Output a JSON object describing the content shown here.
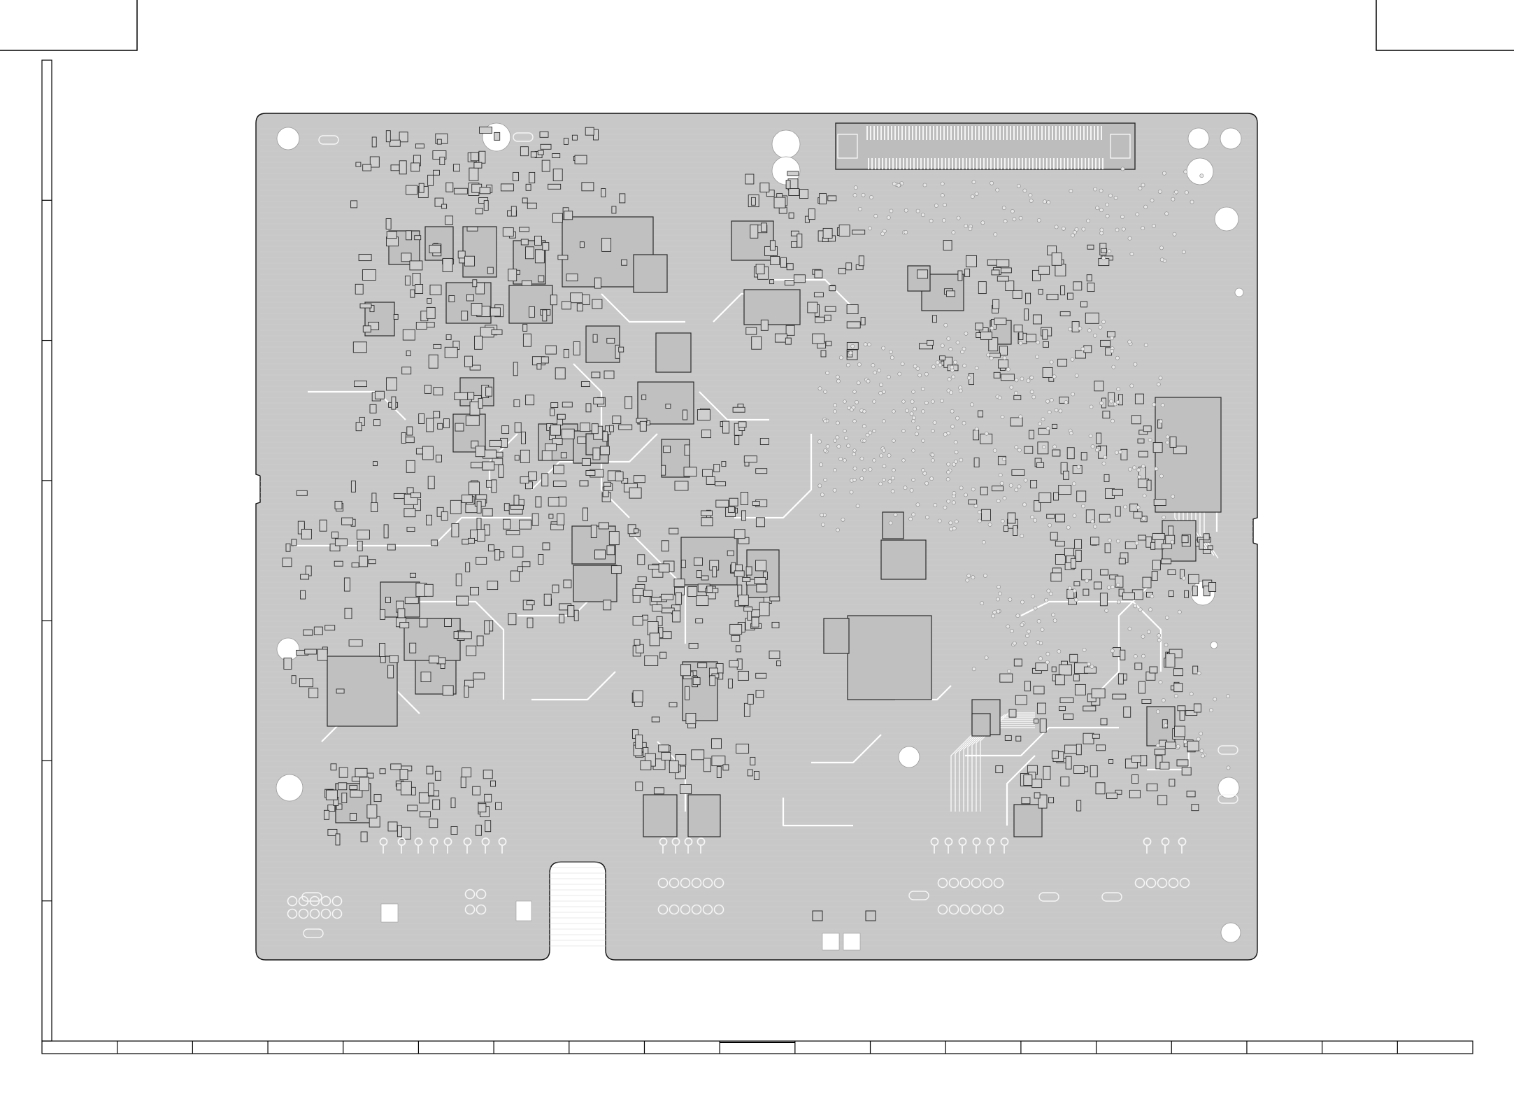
{
  "drawing": {
    "kind": "pcb-layout",
    "board_fill": "#c8c8c8",
    "trace_color": "#ffffff",
    "component_outline": "#2a2a2a",
    "frame_color": "#000000",
    "grid_columns": 19,
    "grid_rows": 7
  }
}
